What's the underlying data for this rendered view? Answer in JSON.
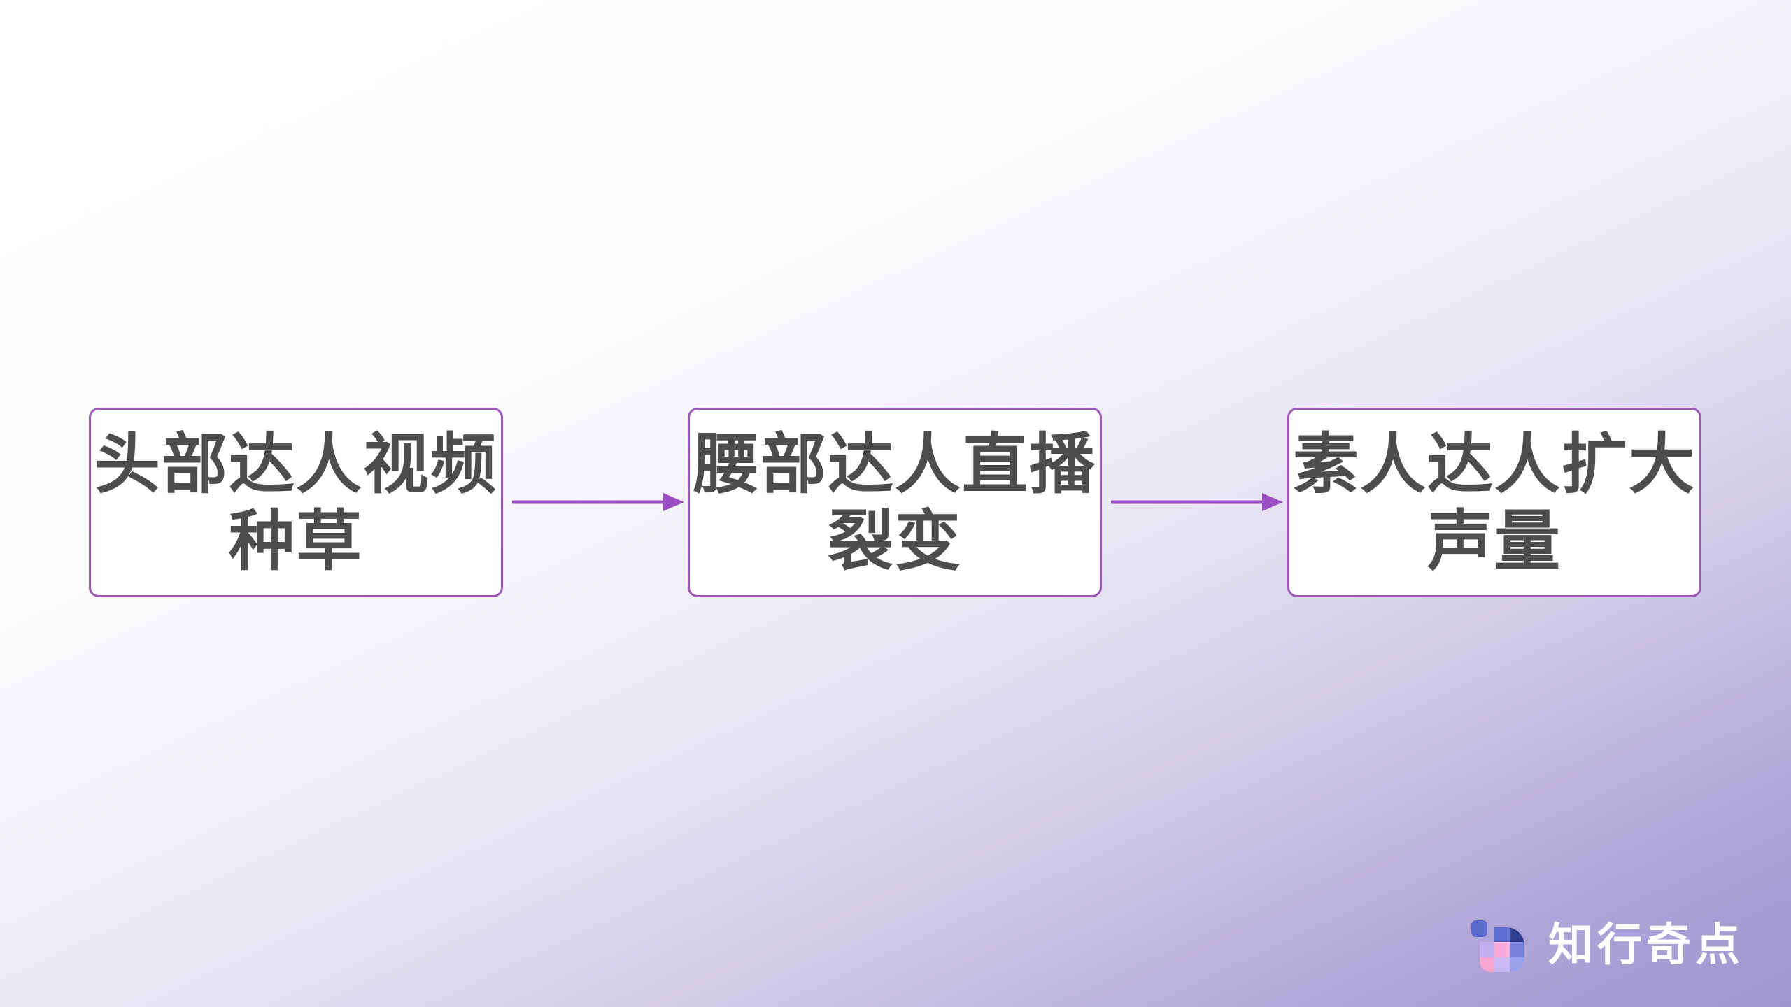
{
  "background": {
    "gradient_start": "#ffffff",
    "gradient_mid": "#e9e5f4",
    "gradient_end": "#a095ce"
  },
  "flow": {
    "box_fill": "#ffffff",
    "box_border_color": "#9c59b8",
    "text_color": "#4d4d4d",
    "arrow_color": "#9b4ec2",
    "boxes": [
      {
        "label": "头部达人视频种草",
        "line1": "头部达人视频",
        "line2": "种草"
      },
      {
        "label": "腰部达人直播裂变",
        "line1": "腰部达人直播",
        "line2": "裂变"
      },
      {
        "label": "素人达人扩大声量",
        "line1": "素人达人扩大",
        "line2": "声量"
      }
    ],
    "arrows": [
      {
        "from": "头部达人视频种草",
        "to": "腰部达人直播裂变"
      },
      {
        "from": "腰部达人直播裂变",
        "to": "素人达人扩大声量"
      }
    ]
  },
  "logo": {
    "text": "知行奇点",
    "icon": {
      "name": "mosaic-grid-icon",
      "colors": {
        "chip": "#5b69ce",
        "top_mid": "#5f6cd0",
        "top_right": "#303e8e",
        "mid_left": "#c2b1f0",
        "mid_center": "#f9a9d7",
        "mid_right": "#7680d8",
        "bot_left": "#f8a6cf",
        "bot_center": "#cbbaf4",
        "bot_right": "#9aa3ea"
      }
    }
  }
}
